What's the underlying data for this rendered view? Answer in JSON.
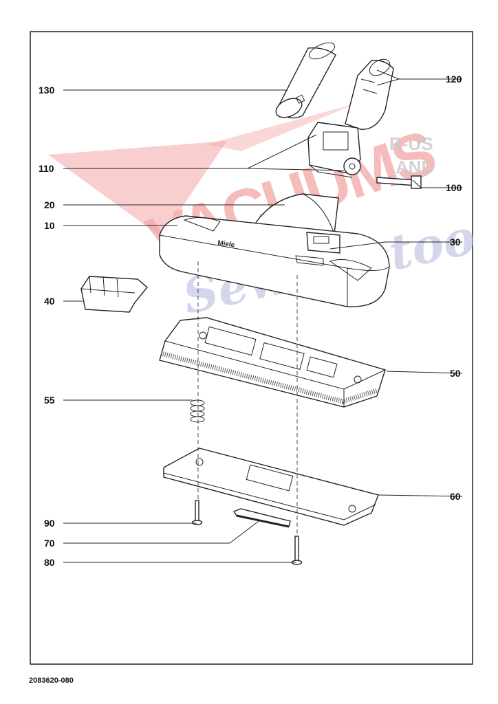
{
  "document": {
    "number": "2083620-080"
  },
  "watermark": {
    "main": "VACUUMS",
    "r_us": "R-US",
    "and": "AND",
    "script": "Sewing too",
    "brand_on_part": "Miele"
  },
  "colors": {
    "watermark_red": "#f2a6a6",
    "watermark_blue": "#b9bde0",
    "line": "#222222"
  },
  "callouts": [
    {
      "id": "130",
      "label": "130"
    },
    {
      "id": "120",
      "label": "120"
    },
    {
      "id": "110",
      "label": "110"
    },
    {
      "id": "100",
      "label": "100"
    },
    {
      "id": "20",
      "label": "20"
    },
    {
      "id": "10",
      "label": "10"
    },
    {
      "id": "30",
      "label": "30"
    },
    {
      "id": "40",
      "label": "40"
    },
    {
      "id": "50",
      "label": "50"
    },
    {
      "id": "55",
      "label": "55"
    },
    {
      "id": "60",
      "label": "60"
    },
    {
      "id": "90",
      "label": "90"
    },
    {
      "id": "70",
      "label": "70"
    },
    {
      "id": "80",
      "label": "80"
    }
  ]
}
